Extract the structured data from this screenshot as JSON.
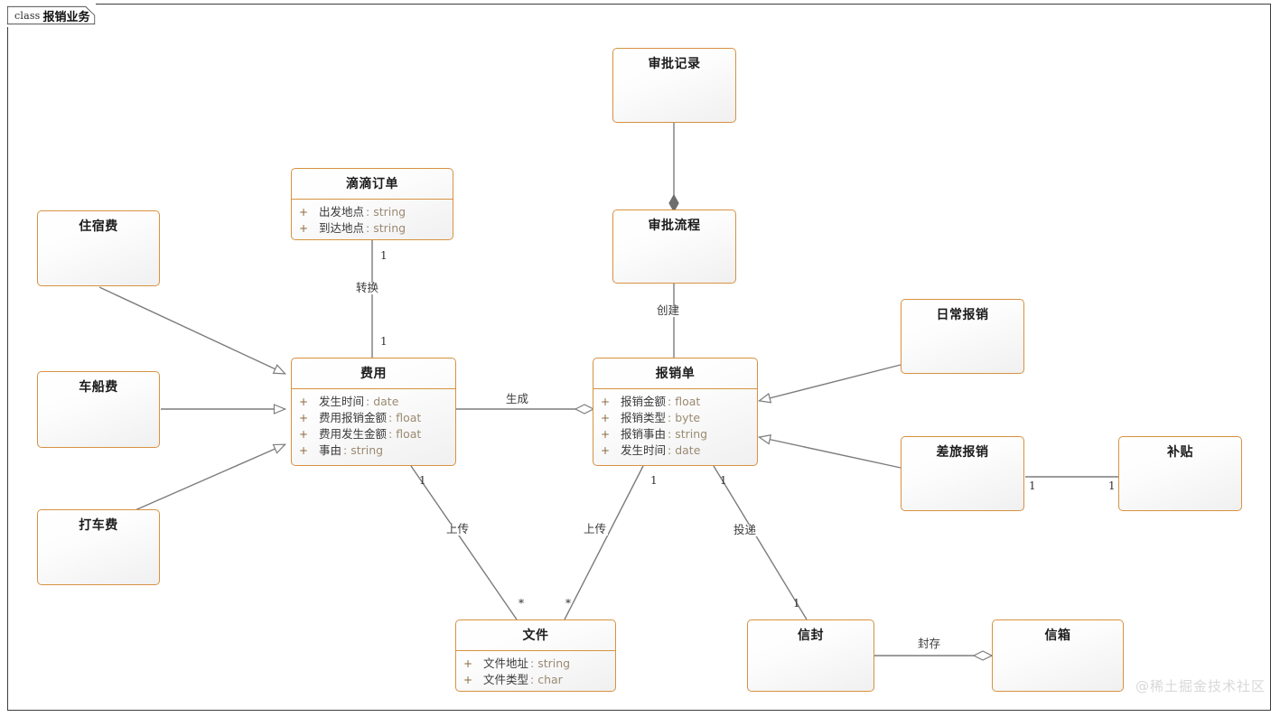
{
  "frame": {
    "keyword": "class",
    "name": "报销业务"
  },
  "watermark": "@稀土掘金技术社区",
  "colors": {
    "class_border": "#d79241",
    "connector": "#7c7c7c",
    "frame_border": "#3c3c3c",
    "type_text": "#9b8a72",
    "watermark": "#d8d8d8"
  },
  "classes": [
    {
      "id": "zhusufei",
      "name": "住宿费",
      "attributes": []
    },
    {
      "id": "chechuanfei",
      "name": "车船费",
      "attributes": []
    },
    {
      "id": "dachefei",
      "name": "打车费",
      "attributes": []
    },
    {
      "id": "didi",
      "name": "滴滴订单",
      "attributes": [
        {
          "visibility": "+",
          "name": "出发地点",
          "type": "string"
        },
        {
          "visibility": "+",
          "name": "到达地点",
          "type": "string"
        }
      ]
    },
    {
      "id": "feiyong",
      "name": "费用",
      "attributes": [
        {
          "visibility": "+",
          "name": "发生时间",
          "type": "date"
        },
        {
          "visibility": "+",
          "name": "费用报销金额",
          "type": "float"
        },
        {
          "visibility": "+",
          "name": "费用发生金额",
          "type": "float"
        },
        {
          "visibility": "+",
          "name": "事由",
          "type": "string"
        }
      ]
    },
    {
      "id": "shenpijilu",
      "name": "审批记录",
      "attributes": []
    },
    {
      "id": "shenpiliucheng",
      "name": "审批流程",
      "attributes": []
    },
    {
      "id": "baoxiaodan",
      "name": "报销单",
      "attributes": [
        {
          "visibility": "+",
          "name": "报销金额",
          "type": "float"
        },
        {
          "visibility": "+",
          "name": "报销类型",
          "type": "byte"
        },
        {
          "visibility": "+",
          "name": "报销事由",
          "type": "string"
        },
        {
          "visibility": "+",
          "name": "发生时间",
          "type": "date"
        }
      ]
    },
    {
      "id": "richangbaoxiao",
      "name": "日常报销",
      "attributes": []
    },
    {
      "id": "chailvbaoxiao",
      "name": "差旅报销",
      "attributes": []
    },
    {
      "id": "butie",
      "name": "补贴",
      "attributes": []
    },
    {
      "id": "wenjian",
      "name": "文件",
      "attributes": [
        {
          "visibility": "+",
          "name": "文件地址",
          "type": "string"
        },
        {
          "visibility": "+",
          "name": "文件类型",
          "type": "char"
        }
      ]
    },
    {
      "id": "xinfeng",
      "name": "信封",
      "attributes": []
    },
    {
      "id": "xinxiang",
      "name": "信箱",
      "attributes": []
    }
  ],
  "relations": [
    {
      "id": "r-zhusu-feiyong",
      "from": "住宿费",
      "to": "费用",
      "type": "generalization",
      "label": "",
      "from_mult": "",
      "to_mult": ""
    },
    {
      "id": "r-chechuan-feiyong",
      "from": "车船费",
      "to": "费用",
      "type": "generalization",
      "label": "",
      "from_mult": "",
      "to_mult": ""
    },
    {
      "id": "r-dache-feiyong",
      "from": "打车费",
      "to": "费用",
      "type": "generalization",
      "label": "",
      "from_mult": "",
      "to_mult": ""
    },
    {
      "id": "r-didi-feiyong",
      "from": "滴滴订单",
      "to": "费用",
      "type": "association",
      "label": "转换",
      "from_mult": "1",
      "to_mult": "1"
    },
    {
      "id": "r-feiyong-baoxiaodan",
      "from": "费用",
      "to": "报销单",
      "type": "aggregation",
      "label": "生成",
      "from_mult": "",
      "to_mult": ""
    },
    {
      "id": "r-jilu-liucheng",
      "from": "审批记录",
      "to": "审批流程",
      "type": "composition",
      "label": "",
      "from_mult": "",
      "to_mult": ""
    },
    {
      "id": "r-liucheng-baoxiaodan",
      "from": "审批流程",
      "to": "报销单",
      "type": "association",
      "label": "创建",
      "from_mult": "",
      "to_mult": ""
    },
    {
      "id": "r-richang-baoxiaodan",
      "from": "日常报销",
      "to": "报销单",
      "type": "generalization",
      "label": "",
      "from_mult": "",
      "to_mult": ""
    },
    {
      "id": "r-chailv-baoxiaodan",
      "from": "差旅报销",
      "to": "报销单",
      "type": "generalization",
      "label": "",
      "from_mult": "",
      "to_mult": ""
    },
    {
      "id": "r-chailv-butie",
      "from": "差旅报销",
      "to": "补贴",
      "type": "association",
      "label": "",
      "from_mult": "1",
      "to_mult": "1"
    },
    {
      "id": "r-feiyong-wenjian",
      "from": "费用",
      "to": "文件",
      "type": "association",
      "label": "上传",
      "from_mult": "1",
      "to_mult": "*"
    },
    {
      "id": "r-baoxiaodan-wenjian",
      "from": "报销单",
      "to": "文件",
      "type": "association",
      "label": "上传",
      "from_mult": "1",
      "to_mult": "*"
    },
    {
      "id": "r-baoxiaodan-xinfeng",
      "from": "报销单",
      "to": "信封",
      "type": "association",
      "label": "投递",
      "from_mult": "1",
      "to_mult": "1"
    },
    {
      "id": "r-xinfeng-xinxiang",
      "from": "信封",
      "to": "信箱",
      "type": "aggregation",
      "label": "封存",
      "from_mult": "",
      "to_mult": ""
    }
  ],
  "labels": {
    "zhuanhuan": "转换",
    "shengcheng": "生成",
    "chuangjian": "创建",
    "shangchuan_left": "上传",
    "shangchuan_right": "上传",
    "toudi": "投递",
    "fengcun": "封存",
    "m1_didi": "1",
    "m1_feiyong_top": "1",
    "m1_feiyong_wenjian": "1",
    "m1_baoxiaodan_wenjian": "1",
    "m1_baoxiaodan_xinfeng": "1",
    "m1_xinfeng": "1",
    "m1_chailv": "1",
    "m1_butie": "1",
    "mstar_left": "*",
    "mstar_right": "*"
  }
}
